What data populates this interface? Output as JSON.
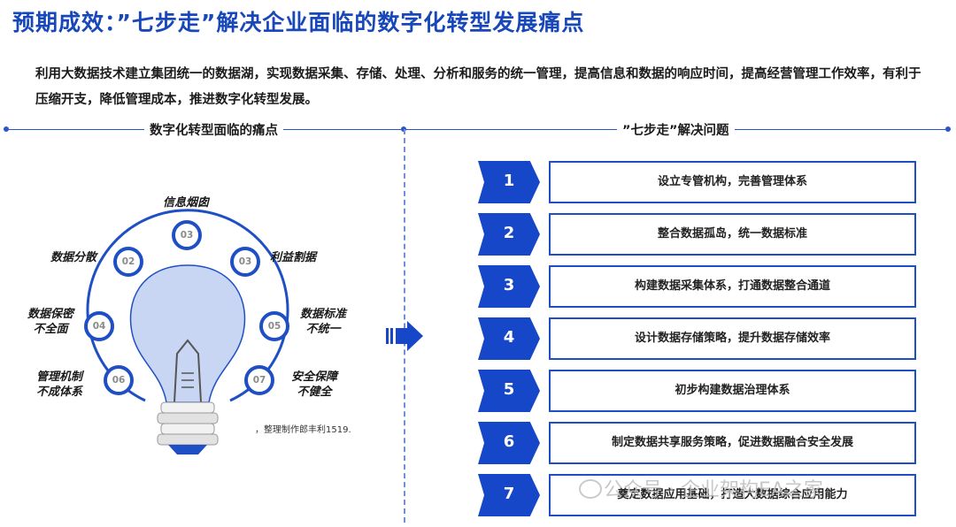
{
  "title": "预期成效：”七步走”解决企业面临的数字化转型发展痛点",
  "intro": "利用大数据技术建立集团统一的数据湖，实现数据采集、存储、处理、分析和服务的统一管理，提高信息和数据的响应时间，提高经营管理工作效率，有利于压缩开支，降低管理成本，推进数字化转型发展。",
  "left_section": {
    "heading": "数字化转型面临的痛点",
    "pain_points": [
      {
        "num": "03",
        "label": "信息烟囱"
      },
      {
        "num": "02",
        "label": "数据分散"
      },
      {
        "num": "03",
        "label": "利益割据"
      },
      {
        "num": "04",
        "label": "数据保密\n不全面"
      },
      {
        "num": "05",
        "label": "数据标准\n不统一"
      },
      {
        "num": "06",
        "label": "管理机制\n不成体系"
      },
      {
        "num": "07",
        "label": "安全保障\n不健全"
      }
    ],
    "credit": "，整理制作郎丰利1519."
  },
  "right_section": {
    "heading": "”七步走”解决问题",
    "steps": [
      {
        "num": "1",
        "text": "设立专管机构，完善管理体系"
      },
      {
        "num": "2",
        "text": "整合数据孤岛，统一数据标准"
      },
      {
        "num": "3",
        "text": "构建数据采集体系，打通数据整合通道"
      },
      {
        "num": "4",
        "text": "设计数据存储策略，提升数据存储效率"
      },
      {
        "num": "5",
        "text": "初步构建数据治理体系"
      },
      {
        "num": "6",
        "text": "制定数据共享服务策略，促进数据融合安全发展"
      },
      {
        "num": "7",
        "text": "奠定数据应用基础，打造大数据综合应用能力"
      }
    ]
  },
  "watermark": "公众号 · 企业架构EA之家",
  "colors": {
    "primary": "#1747c9",
    "bulb": "#c8d6f3",
    "line": "#2a57c8"
  },
  "icons": [
    "lightbulb-icon",
    "right-arrow-icon",
    "wechat-icon"
  ]
}
